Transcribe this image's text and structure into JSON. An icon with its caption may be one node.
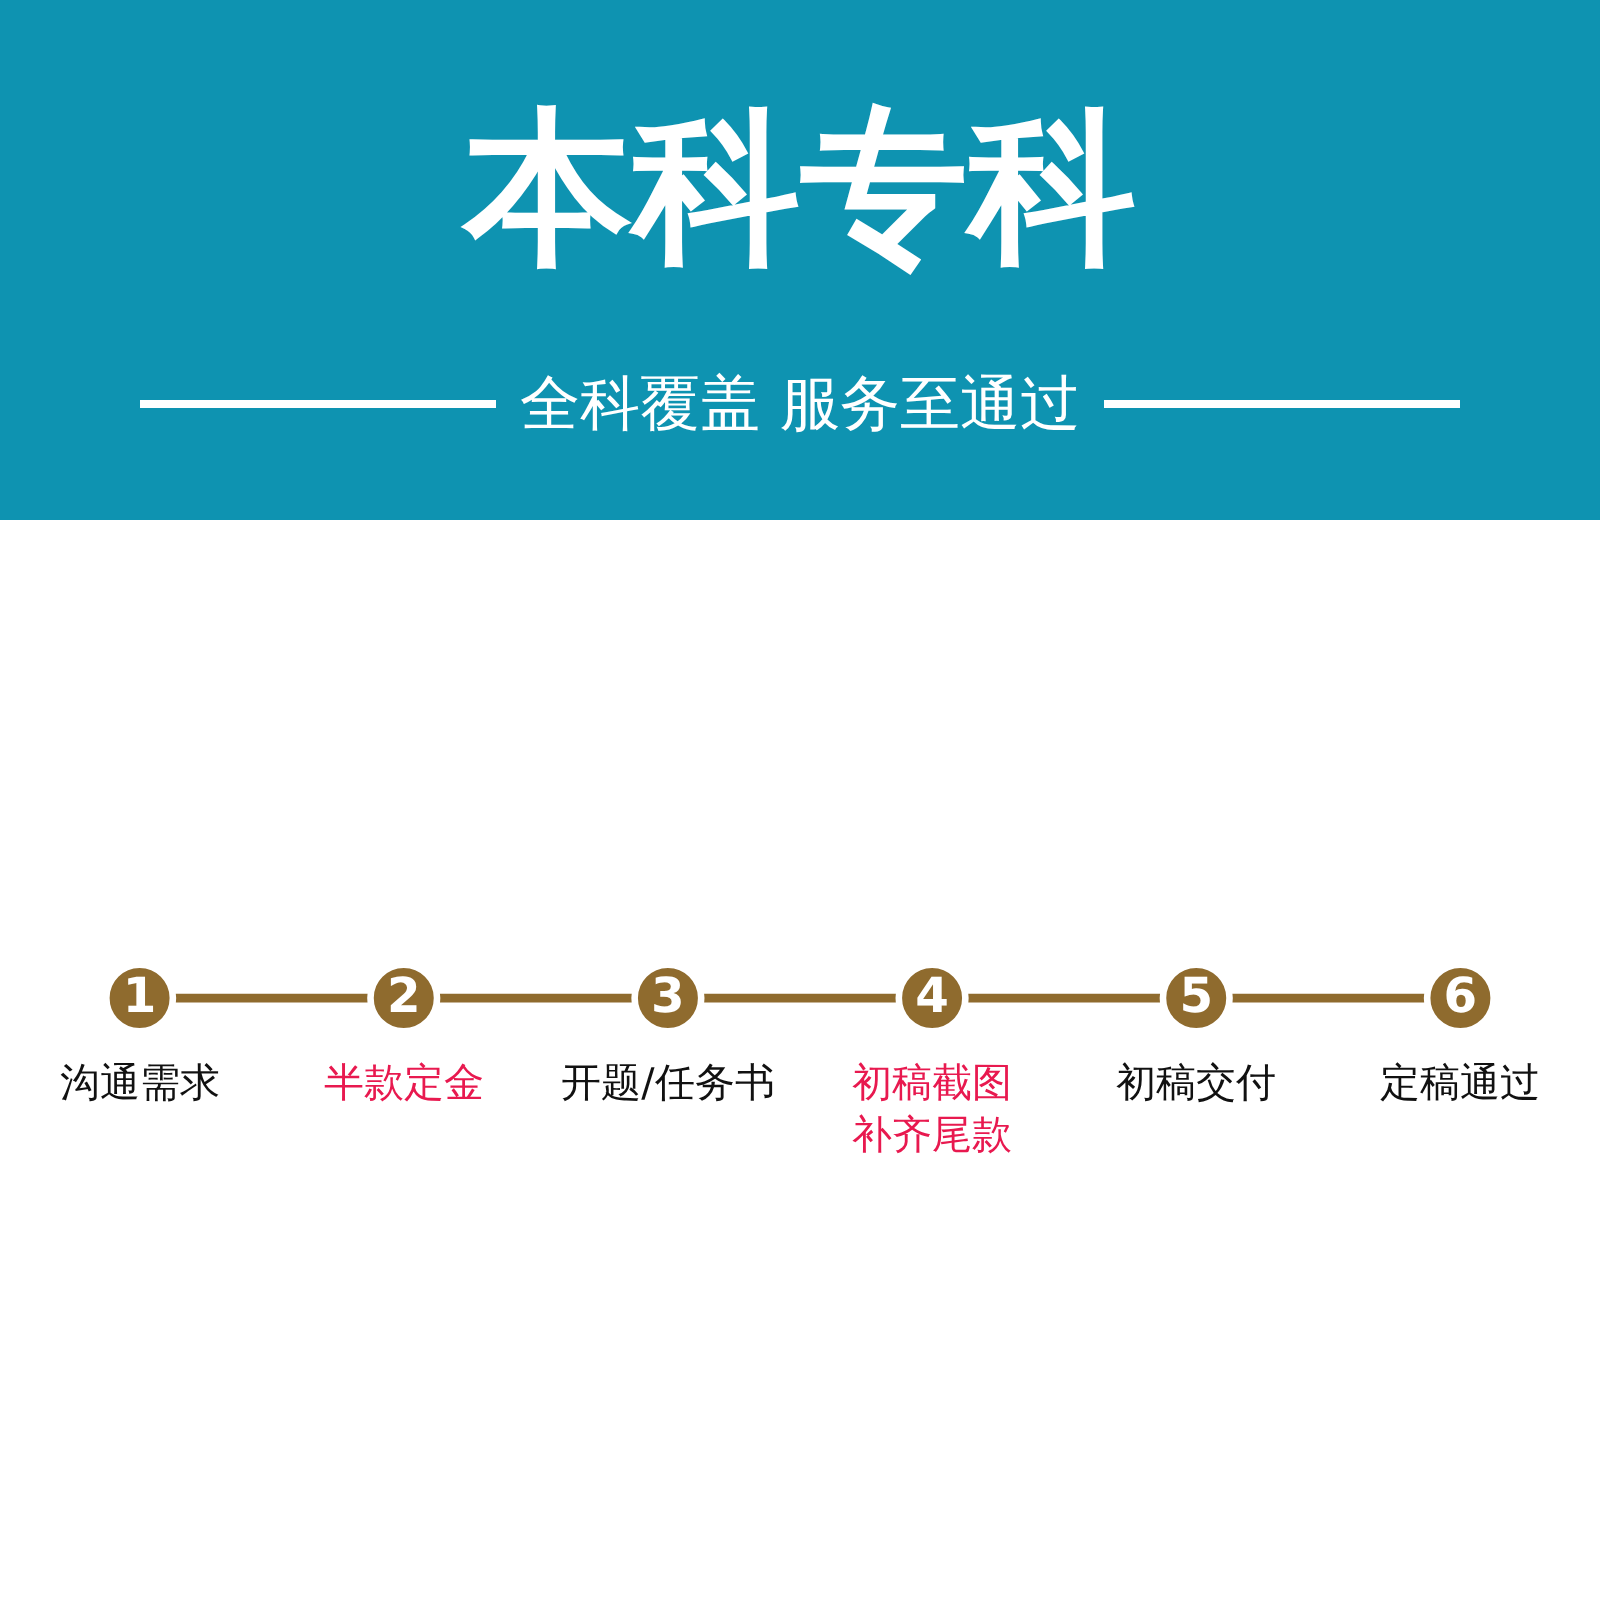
{
  "diagram": {
    "title": "本科专科",
    "nodes": [
      {
        "text": [
          "1"
        ],
        "beside": [
          "沟通需求"
        ]
      },
      {
        "text": [
          "2"
        ],
        "beside": [
          "半款定金"
        ]
      },
      {
        "text": [
          "3"
        ],
        "beside": [
          "开题/任务书"
        ]
      },
      {
        "text": [
          "4"
        ],
        "beside": [
          "初稿截图补齐尾款"
        ]
      },
      {
        "text": [
          "5"
        ],
        "beside": [
          "初稿交付"
        ]
      },
      {
        "text": [
          "6"
        ],
        "beside": [
          "定稿通过"
        ]
      }
    ],
    "edges": [
      {
        "from": 0,
        "to": 1,
        "arrow": "none"
      },
      {
        "from": 1,
        "to": 2,
        "arrow": "none"
      },
      {
        "from": 2,
        "to": 3,
        "arrow": "none"
      },
      {
        "from": 3,
        "to": 4,
        "arrow": "none"
      },
      {
        "from": 4,
        "to": 5,
        "arrow": "none"
      }
    ],
    "labels": [
      "全科覆盖 服务至通过"
    ]
  }
}
